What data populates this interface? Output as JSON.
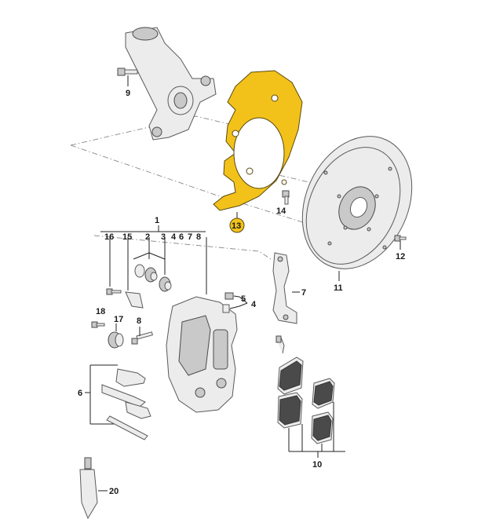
{
  "diagram": {
    "highlight_color": "#f2c21a",
    "labels": {
      "knuckle_bolt": "9",
      "splash_shield": "13",
      "shield_bolt": "14",
      "disc_screw": "12",
      "brake_disc": "11",
      "caliper_group": "1",
      "pin_16": "16",
      "pin_15": "15",
      "piston_2": "2",
      "seal_3": "3",
      "part_4a": "4",
      "part_6a": "6",
      "part_7a": "7",
      "part_8a": "8",
      "bolt_5": "5",
      "bleeder_4": "4",
      "carrier_7": "7",
      "screw_18": "18",
      "bushing_17": "17",
      "bolt_8": "8",
      "spring_6": "6",
      "pads_10": "10",
      "tool_20": "20"
    }
  }
}
